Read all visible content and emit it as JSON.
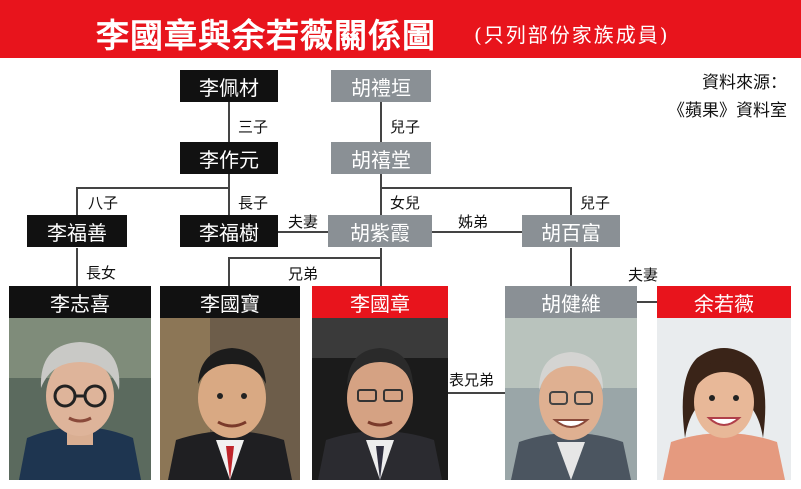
{
  "header": {
    "title": "李國章與余若薇關係圖",
    "subtitle": "(只列部份家族成員)"
  },
  "source": {
    "line1": "資料來源：",
    "line2": "《蘋果》資料室"
  },
  "colors": {
    "banner": "#e8141c",
    "li_family_box": "#111111",
    "hu_family_box": "#8a9095",
    "highlight_box": "#e8141c"
  },
  "people": {
    "li_peicai": "李佩材",
    "hu_lihuan": "胡禮垣",
    "li_zuoyuan": "李作元",
    "hu_xitang": "胡禧堂",
    "li_fushan": "李福善",
    "li_fushu": "李福樹",
    "hu_zixia": "胡紫霞",
    "hu_baifu": "胡百富",
    "li_zhixi": "李志喜",
    "li_guobao": "李國寶",
    "li_guozhang": "李國章",
    "hu_jianwei": "胡健維",
    "yu_ruowei": "余若薇"
  },
  "relations": {
    "third_son": "三子",
    "son_1": "兒子",
    "eighth_son": "八子",
    "eldest_son": "長子",
    "spouses_1": "夫妻",
    "daughter": "女兒",
    "son_2": "兒子",
    "siblings_in_law": "姊弟",
    "eldest_daughter": "長女",
    "brothers": "兄弟",
    "spouses_2": "夫妻",
    "cousins": "表兄弟"
  }
}
